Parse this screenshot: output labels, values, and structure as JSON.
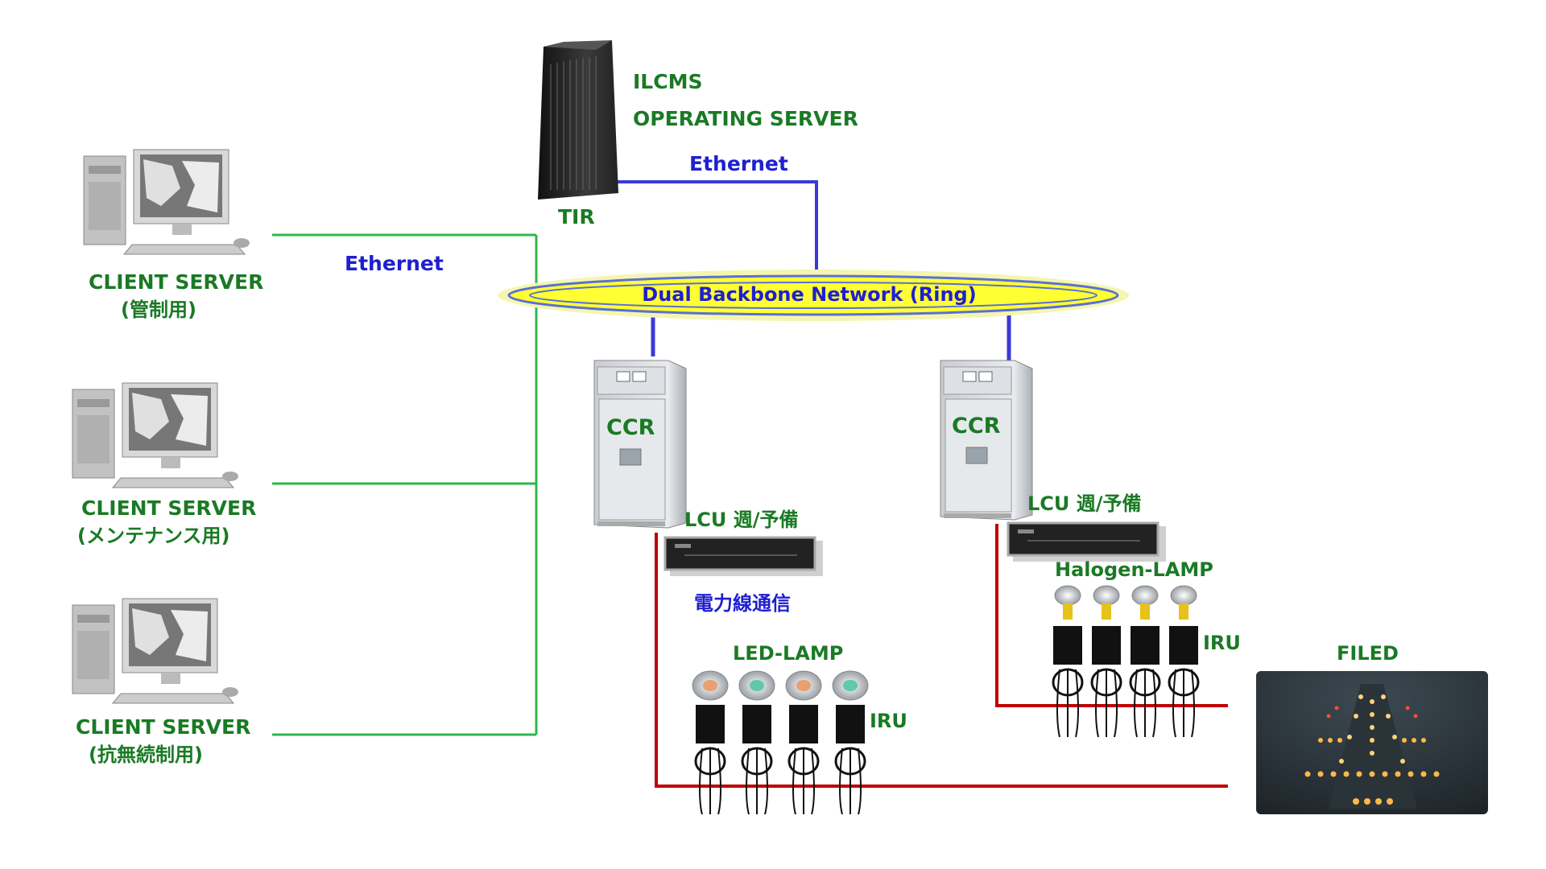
{
  "colors": {
    "label_green": "#1a7a24",
    "label_blue": "#1f1fd0",
    "ethernet_green_line": "#2db84a",
    "ethernet_blue_line": "#3a3ad8",
    "power_line_red": "#c00000",
    "ring_fill": "#ffff33",
    "ring_glow": "#f2f58a"
  },
  "labels": {
    "ilcms": "ILCMS",
    "operating_server": "OPERATING SERVER",
    "tir": "TIR",
    "ethernet_top": "Ethernet",
    "ethernet_left": "Ethernet",
    "backbone": "Dual Backbone Network (Ring)",
    "client1": "CLIENT SERVER",
    "client1_sub": "(管制用)",
    "client2": "CLIENT SERVER",
    "client2_sub": "(メンテナンス用)",
    "client3": "CLIENT SERVER",
    "client3_sub": "(抗無続制用)",
    "ccr_left": "CCR",
    "ccr_right": "CCR",
    "lcu_left": "LCU 週/予備",
    "lcu_right": "LCU 週/予備",
    "plc": "電力線通信",
    "led_lamp": "LED-LAMP",
    "halogen_lamp": "Halogen-LAMP",
    "iru_left": "IRU",
    "iru_right": "IRU",
    "filed": "FILED"
  },
  "icons": {
    "server_tower": "server-tower-icon",
    "client_pc": "desktop-computer-icon",
    "ccr_cabinet": "ccr-cabinet-icon",
    "lcu_unit": "rack-unit-icon",
    "led_lamp": "led-lamp-icon",
    "halogen_lamp": "halogen-lamp-icon",
    "iru_unit": "iru-transformer-icon",
    "runway_photo": "runway-lights-photo"
  }
}
